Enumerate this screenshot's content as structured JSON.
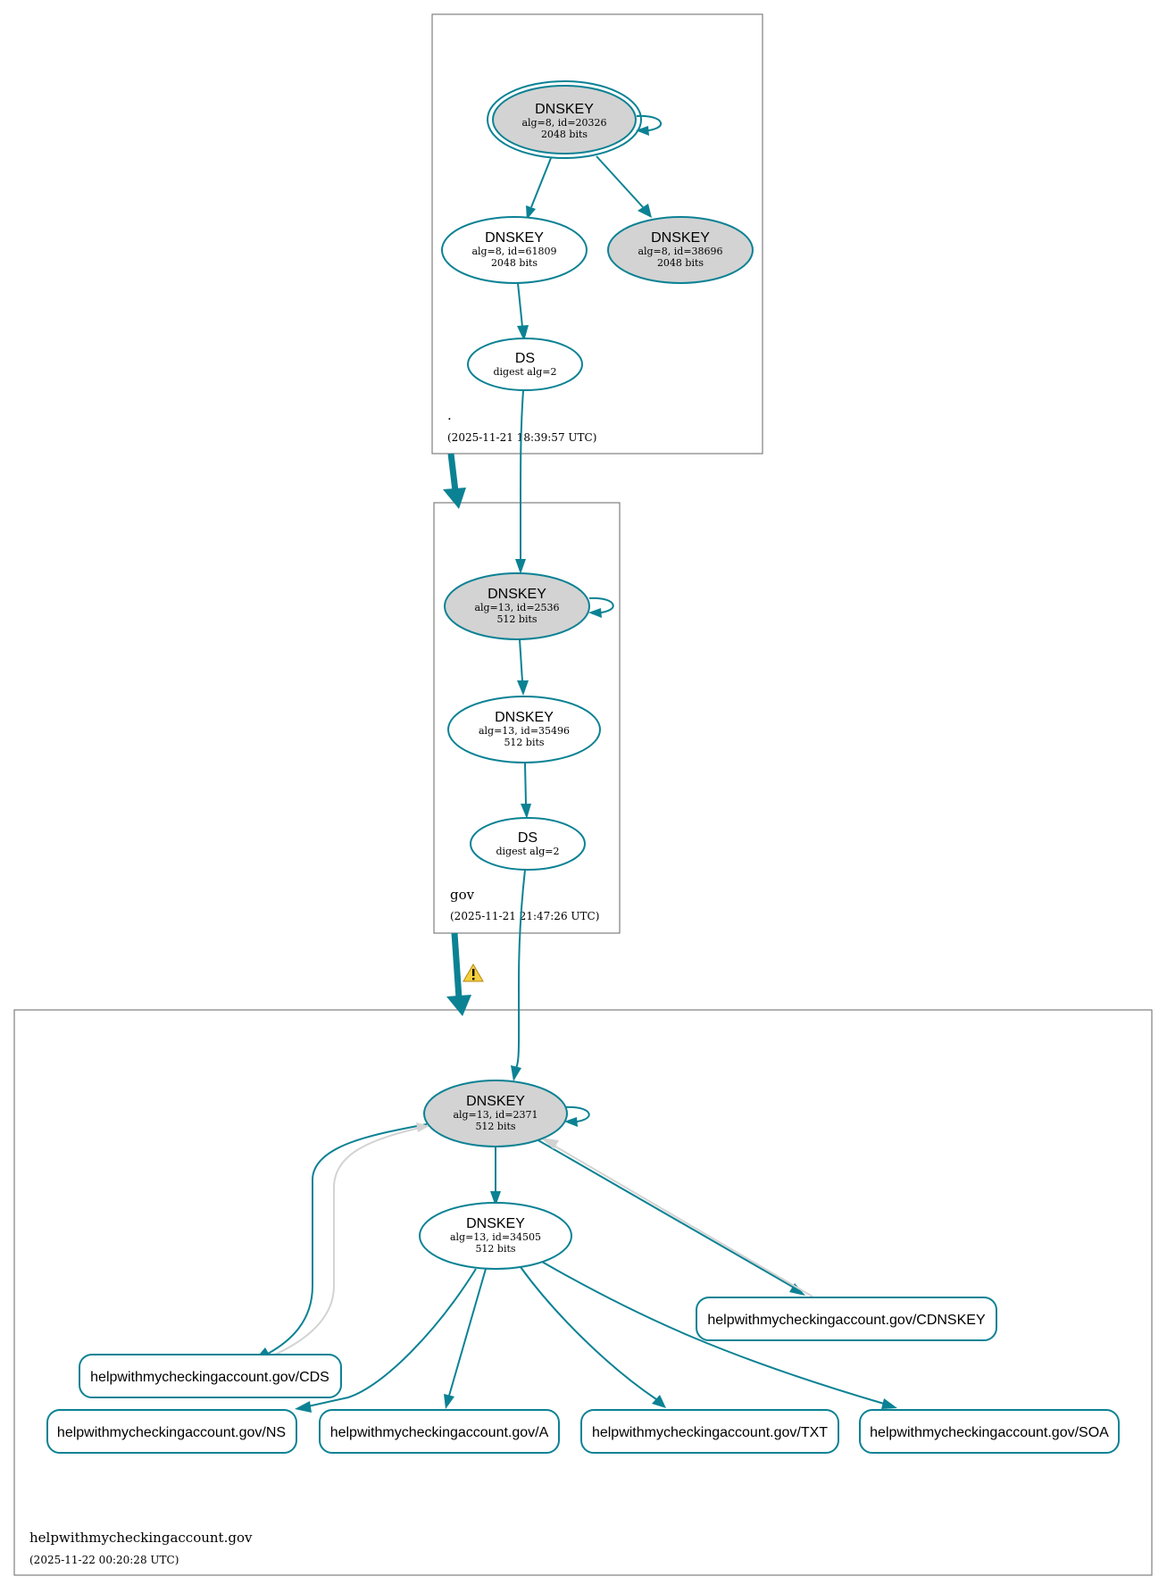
{
  "zones": {
    "root": {
      "name": ".",
      "timestamp": "(2025-11-21 18:39:57 UTC)"
    },
    "gov": {
      "name": "gov",
      "timestamp": "(2025-11-21 21:47:26 UTC)"
    },
    "domain": {
      "name": "helpwithmycheckingaccount.gov",
      "timestamp": "(2025-11-22 00:20:28 UTC)"
    }
  },
  "nodes": {
    "root_ksk": {
      "title": "DNSKEY",
      "line1": "alg=8, id=20326",
      "line2": "2048 bits"
    },
    "root_zsk": {
      "title": "DNSKEY",
      "line1": "alg=8, id=61809",
      "line2": "2048 bits"
    },
    "root_key3": {
      "title": "DNSKEY",
      "line1": "alg=8, id=38696",
      "line2": "2048 bits"
    },
    "root_ds": {
      "title": "DS",
      "line1": "digest alg=2"
    },
    "gov_ksk": {
      "title": "DNSKEY",
      "line1": "alg=13, id=2536",
      "line2": "512 bits"
    },
    "gov_zsk": {
      "title": "DNSKEY",
      "line1": "alg=13, id=35496",
      "line2": "512 bits"
    },
    "gov_ds": {
      "title": "DS",
      "line1": "digest alg=2"
    },
    "dom_ksk": {
      "title": "DNSKEY",
      "line1": "alg=13, id=2371",
      "line2": "512 bits"
    },
    "dom_zsk": {
      "title": "DNSKEY",
      "line1": "alg=13, id=34505",
      "line2": "512 bits"
    }
  },
  "rrsets": {
    "cdnskey": "helpwithmycheckingaccount.gov/CDNSKEY",
    "cds": "helpwithmycheckingaccount.gov/CDS",
    "ns": "helpwithmycheckingaccount.gov/NS",
    "a": "helpwithmycheckingaccount.gov/A",
    "txt": "helpwithmycheckingaccount.gov/TXT",
    "soa": "helpwithmycheckingaccount.gov/SOA"
  },
  "colors": {
    "edge": "#0b8294",
    "key_fill_grey": "#d3d3d3",
    "zone_border": "#7f7f7f",
    "warning": "#f4d03f"
  },
  "icons": {
    "delegation_warning": "warning-icon"
  }
}
